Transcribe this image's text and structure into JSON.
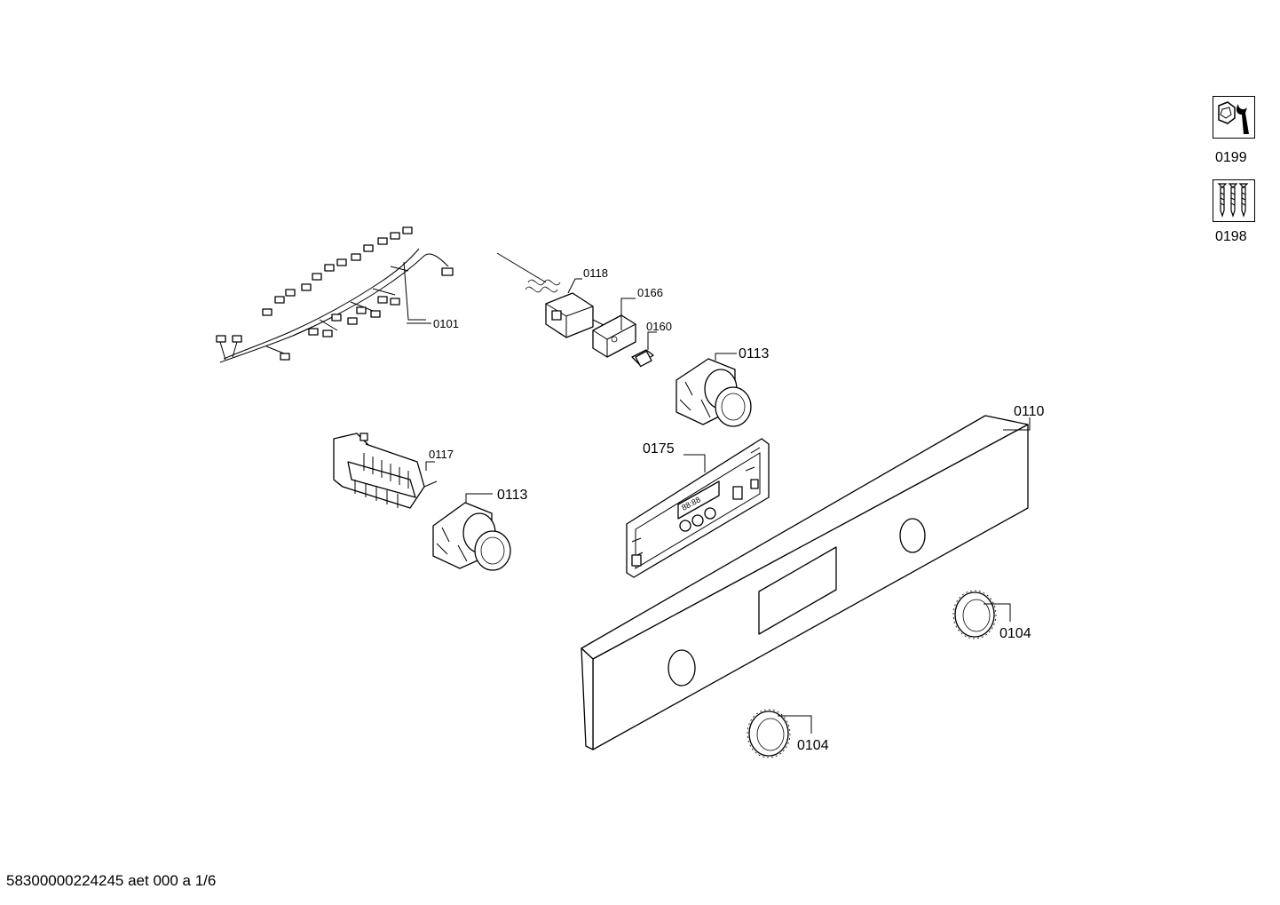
{
  "parts": {
    "p0101": "0101",
    "p0118": "0118",
    "p0166": "0166",
    "p0160": "0160",
    "p0113_top": "0113",
    "p0110": "0110",
    "p0175": "0175",
    "p0117": "0117",
    "p0113_left": "0113",
    "p0104_right": "0104",
    "p0104_bottom": "0104"
  },
  "side_icons": [
    {
      "label": "0199",
      "icon": "tool-wrench-icon"
    },
    {
      "label": "0198",
      "icon": "screws-icon"
    }
  ],
  "footer": "58300000224245 aet 000 a 1/6",
  "display_text": "88:88"
}
